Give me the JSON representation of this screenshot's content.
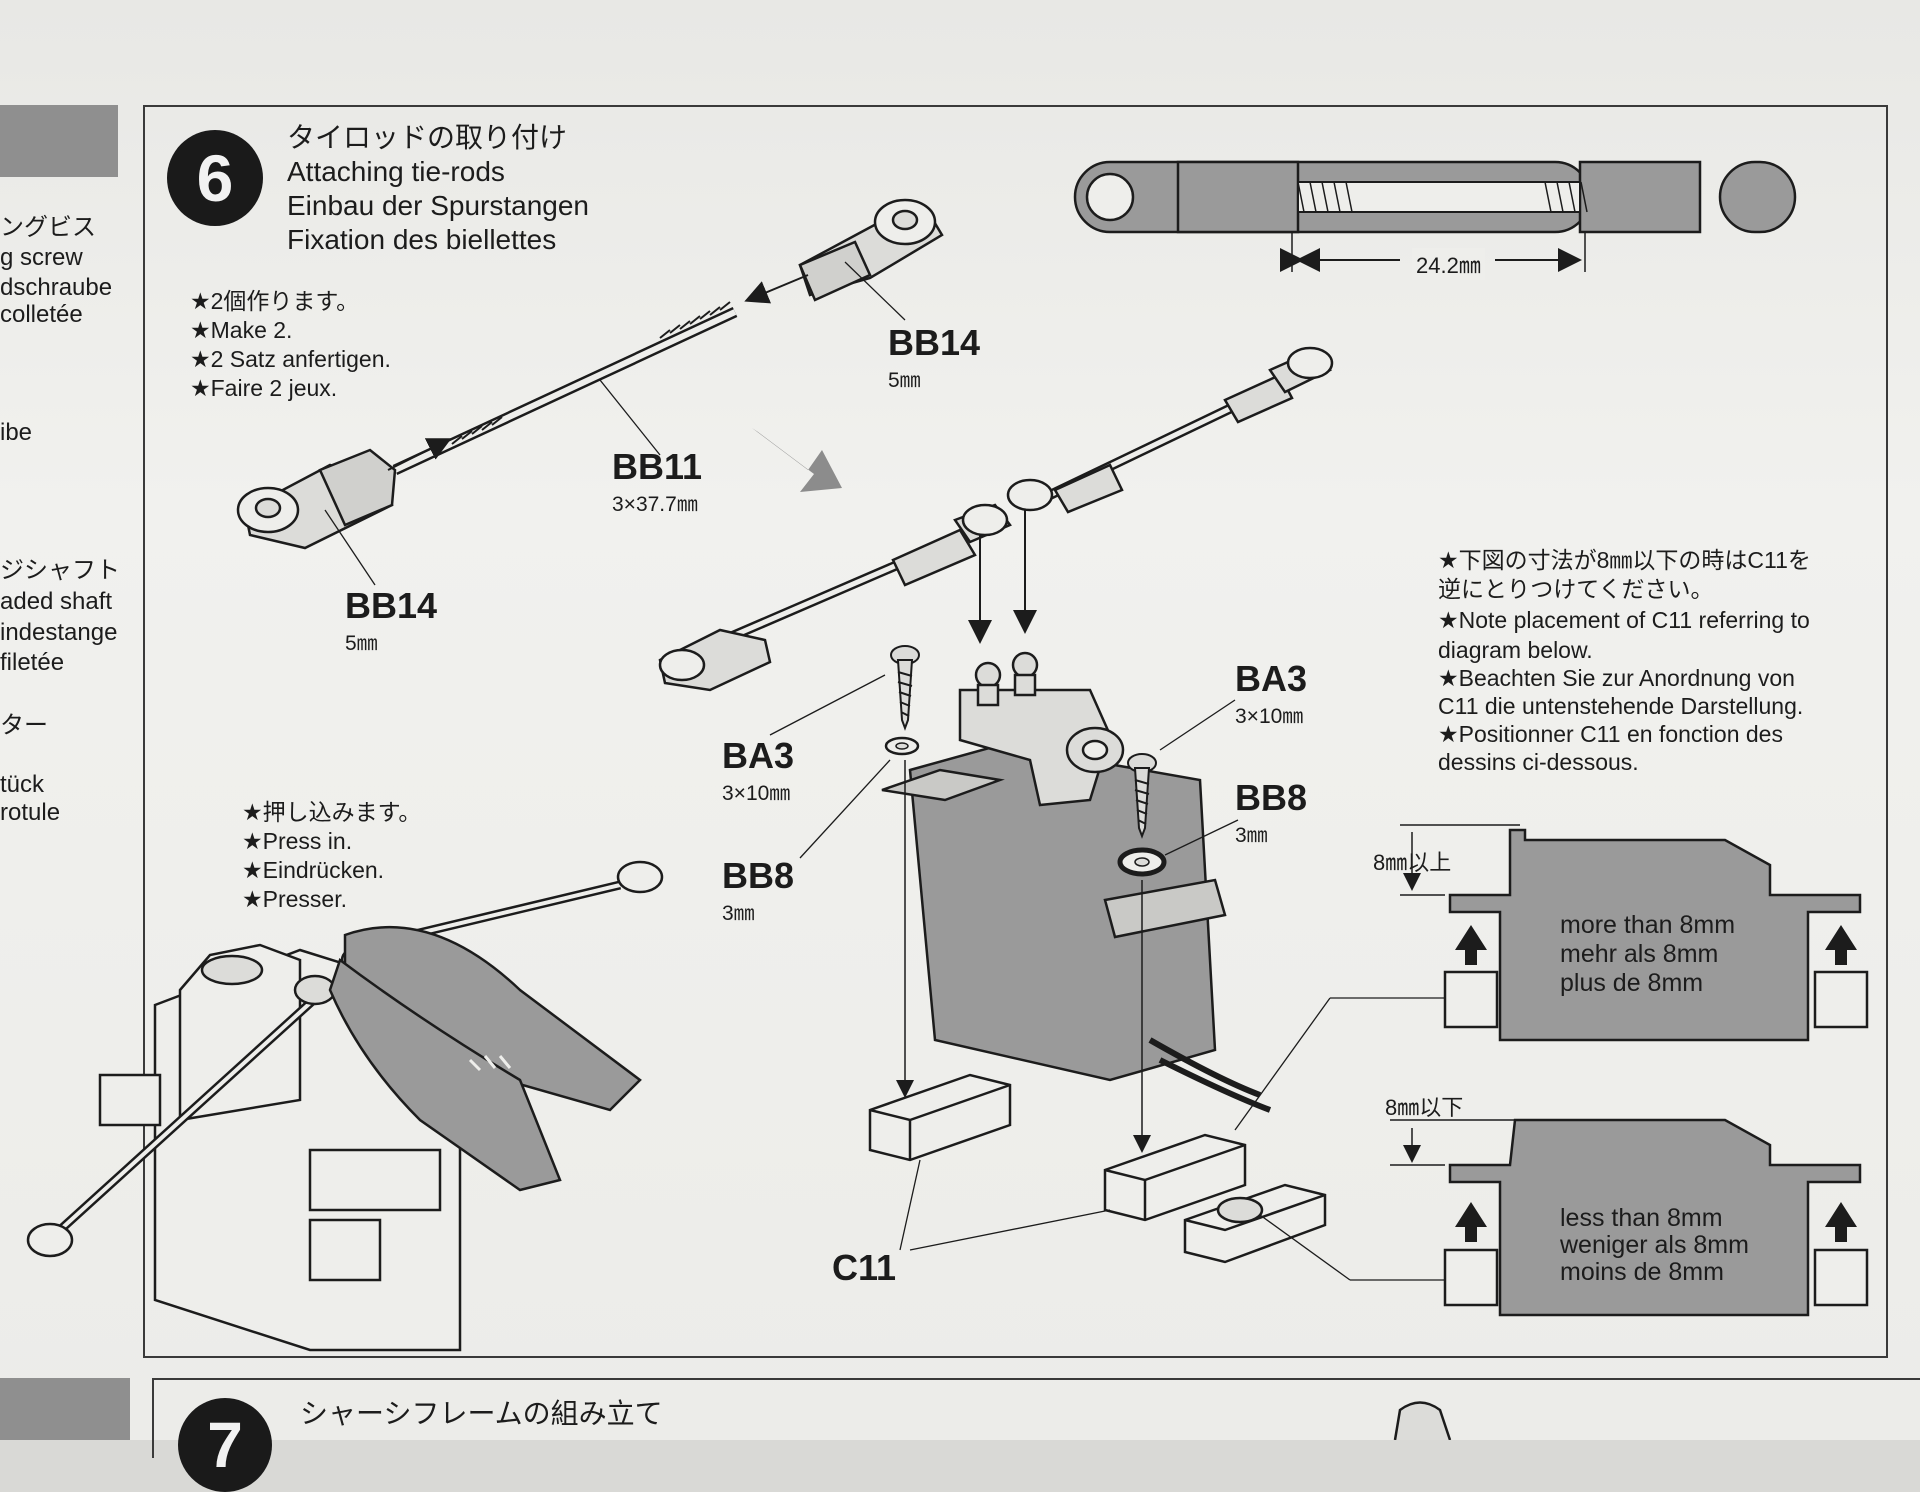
{
  "step": {
    "number": "6",
    "title_ja": "タイロッドの取り付け",
    "title_en": "Attaching tie-rods",
    "title_de": "Einbau der Spurstangen",
    "title_fr": "Fixation des biellettes"
  },
  "sidebar_fragments": [
    "ングビス",
    "g screw",
    "dschraube",
    "colletée",
    "ibe",
    "ジシャフト",
    "aded shaft",
    "indestange",
    "filetée",
    "ター",
    "tück",
    "rotule"
  ],
  "notes": {
    "make2": [
      "★2個作ります。",
      "★Make 2.",
      "★2 Satz anfertigen.",
      "★Faire 2 jeux."
    ],
    "press": [
      "★押し込みます。",
      "★Press in.",
      "★Eindrücken.",
      "★Presser."
    ],
    "placement": [
      "★下図の寸法が8㎜以下の時はC11を",
      "逆にとりつけてください。",
      "★Note placement of C11 referring to",
      "diagram below.",
      "★Beachten Sie zur Anordnung von",
      "C11 die untenstehende Darstellung.",
      "★Positionner C11 en fonction des",
      "dessins ci-dessous."
    ]
  },
  "parts": {
    "bb14_top": {
      "code": "BB14",
      "size": "5㎜"
    },
    "bb14_bottom": {
      "code": "BB14",
      "size": "5㎜"
    },
    "bb11": {
      "code": "BB11",
      "size": "3×37.7㎜"
    },
    "ba3_left": {
      "code": "BA3",
      "size": "3×10㎜"
    },
    "ba3_right": {
      "code": "BA3",
      "size": "3×10㎜"
    },
    "bb8_left": {
      "code": "BB8",
      "size": "3㎜"
    },
    "bb8_right": {
      "code": "BB8",
      "size": "3㎜"
    },
    "c11": {
      "code": "C11"
    }
  },
  "dimension": {
    "length": "24.2㎜"
  },
  "diagram_upper": {
    "label": "8㎜以上",
    "lines": [
      "more than 8mm",
      "mehr als 8mm",
      "plus de 8mm"
    ]
  },
  "diagram_lower": {
    "label": "8㎜以下",
    "lines": [
      "less than 8mm",
      "weniger als 8mm",
      "moins de 8mm"
    ]
  },
  "next_step": {
    "number": "7",
    "title_ja": "シャーシフレームの組み立て"
  },
  "colors": {
    "ink": "#1c1c1c",
    "gray_fill": "#9a9a9a",
    "light_fill": "#c9c9c6",
    "paper": "#eeeeeb"
  }
}
